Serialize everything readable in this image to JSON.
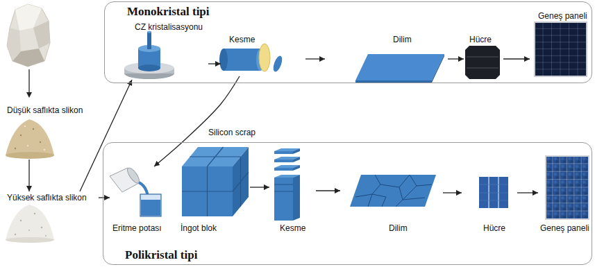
{
  "diagram": {
    "nodes": [
      {
        "text": [
          "Monokristal tipi"
        ]
      },
      {
        "text": [
          "CZ kristalisasyonu"
        ],
        "in": 0
      },
      {
        "text": [
          "Kesme"
        ],
        "in": 0
      },
      {
        "text": [
          "Dilim"
        ],
        "in": 0
      },
      {
        "text": [
          "Hücre"
        ],
        "in": 0
      },
      {
        "text": [
          "Geneş paneli"
        ],
        "in": 0
      },
      {
        "text": [
          "Düşük saflıkta slikon"
        ]
      },
      {
        "text": [
          "Yüksek saflıkta slikon"
        ]
      },
      {
        "text": [
          "Polikristal tipi"
        ]
      },
      {
        "text": [
          "Eritme potası"
        ],
        "in": 8
      },
      {
        "text": [
          "İngot blok"
        ],
        "in": 8
      },
      {
        "text": [
          "Kesme"
        ],
        "in": 8
      },
      {
        "text": [
          "Dilim"
        ],
        "in": 8
      },
      {
        "text": [
          "Hücre"
        ],
        "in": 8
      },
      {
        "text": [
          "Geneş paneli"
        ],
        "in": 8
      }
    ],
    "edges": [
      {
        "from": 6,
        "to": 7,
        "arrow": "to"
      },
      {
        "from": 7,
        "to": 1,
        "arrow": "to"
      },
      {
        "from": 7,
        "to": 9,
        "arrow": "to"
      },
      {
        "from": 1,
        "to": 2,
        "arrow": "to"
      },
      {
        "from": 2,
        "to": 3,
        "arrow": "to"
      },
      {
        "from": 3,
        "to": 4,
        "arrow": "to"
      },
      {
        "from": 4,
        "to": 5,
        "arrow": "to"
      },
      {
        "from": 2,
        "to": 9,
        "label": "Silicon scrap",
        "arrow": "to"
      },
      {
        "from": 10,
        "to": 11,
        "arrow": "to"
      },
      {
        "from": 11,
        "to": 12,
        "arrow": "to"
      },
      {
        "from": 12,
        "to": 13,
        "arrow": "to"
      },
      {
        "from": 13,
        "to": 14,
        "arrow": "to"
      }
    ]
  }
}
